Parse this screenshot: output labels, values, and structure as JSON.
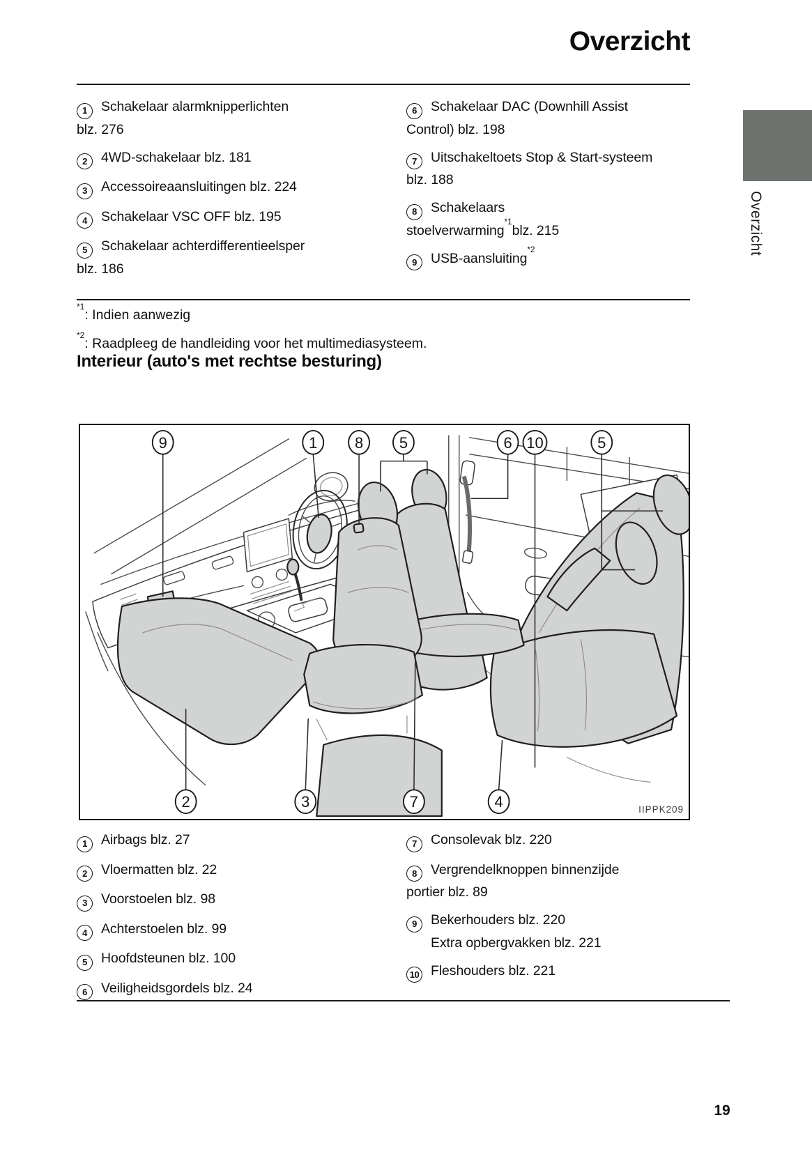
{
  "page": {
    "title": "Overzicht",
    "number": "19"
  },
  "sidebar": {
    "tab_label": "Overzicht",
    "tab_color": "#6f736f"
  },
  "top_list": {
    "left": [
      {
        "num": "1",
        "lines": [
          "Schakelaar alarmknipperlichten",
          "blz. 276"
        ]
      },
      {
        "num": "2",
        "lines": [
          "4WD-schakelaar blz. 181"
        ]
      },
      {
        "num": "3",
        "lines": [
          "Accessoireaansluitingen blz. 224"
        ]
      },
      {
        "num": "4",
        "lines": [
          "Schakelaar VSC OFF blz. 195"
        ]
      },
      {
        "num": "5",
        "lines": [
          "Schakelaar achterdifferentieelsper",
          "blz. 186"
        ]
      }
    ],
    "right": [
      {
        "num": "6",
        "lines": [
          "Schakelaar DAC (Downhill Assist",
          "Control) blz. 198"
        ]
      },
      {
        "num": "7",
        "lines": [
          "Uitschakeltoets Stop & Start-systeem",
          "blz. 188"
        ]
      },
      {
        "num": "8",
        "line1": "Schakelaars",
        "line2_pre": "stoelverwarming",
        "line2_sup": "*1",
        "line2_post": "blz. 215"
      },
      {
        "num": "9",
        "text_pre": "USB-aansluiting",
        "text_sup": "*2"
      }
    ]
  },
  "footnotes": [
    {
      "sup": "*1",
      "text": ": Indien aanwezig"
    },
    {
      "sup": "*2",
      "text": ": Raadpleeg de handleiding voor het multimediasysteem."
    }
  ],
  "section_heading": "Interieur (auto's met rechtse besturing)",
  "diagram": {
    "code": "IIPPK209",
    "top_callouts": [
      "9",
      "1",
      "8",
      "5",
      "6",
      "10",
      "5"
    ],
    "bottom_callouts": [
      "2",
      "3",
      "7",
      "4"
    ],
    "seat_color": "#d2d4d3"
  },
  "bottom_list": {
    "left": [
      {
        "num": "1",
        "lines": [
          "Airbags blz. 27"
        ]
      },
      {
        "num": "2",
        "lines": [
          "Vloermatten blz. 22"
        ]
      },
      {
        "num": "3",
        "lines": [
          "Voorstoelen blz. 98"
        ]
      },
      {
        "num": "4",
        "lines": [
          "Achterstoelen blz. 99"
        ]
      },
      {
        "num": "5",
        "lines": [
          "Hoofdsteunen blz. 100"
        ]
      },
      {
        "num": "6",
        "lines": [
          "Veiligheidsgordels blz. 24"
        ]
      }
    ],
    "right": [
      {
        "num": "7",
        "lines": [
          "Consolevak blz. 220"
        ]
      },
      {
        "num": "8",
        "lines": [
          "Vergrendelknoppen binnenzijde",
          "portier blz. 89"
        ]
      },
      {
        "num": "9",
        "lines": [
          "Bekerhouders blz. 220",
          "Extra opbergvakken blz. 221"
        ]
      },
      {
        "num": "10",
        "lines": [
          "Fleshouders blz. 221"
        ]
      }
    ]
  }
}
